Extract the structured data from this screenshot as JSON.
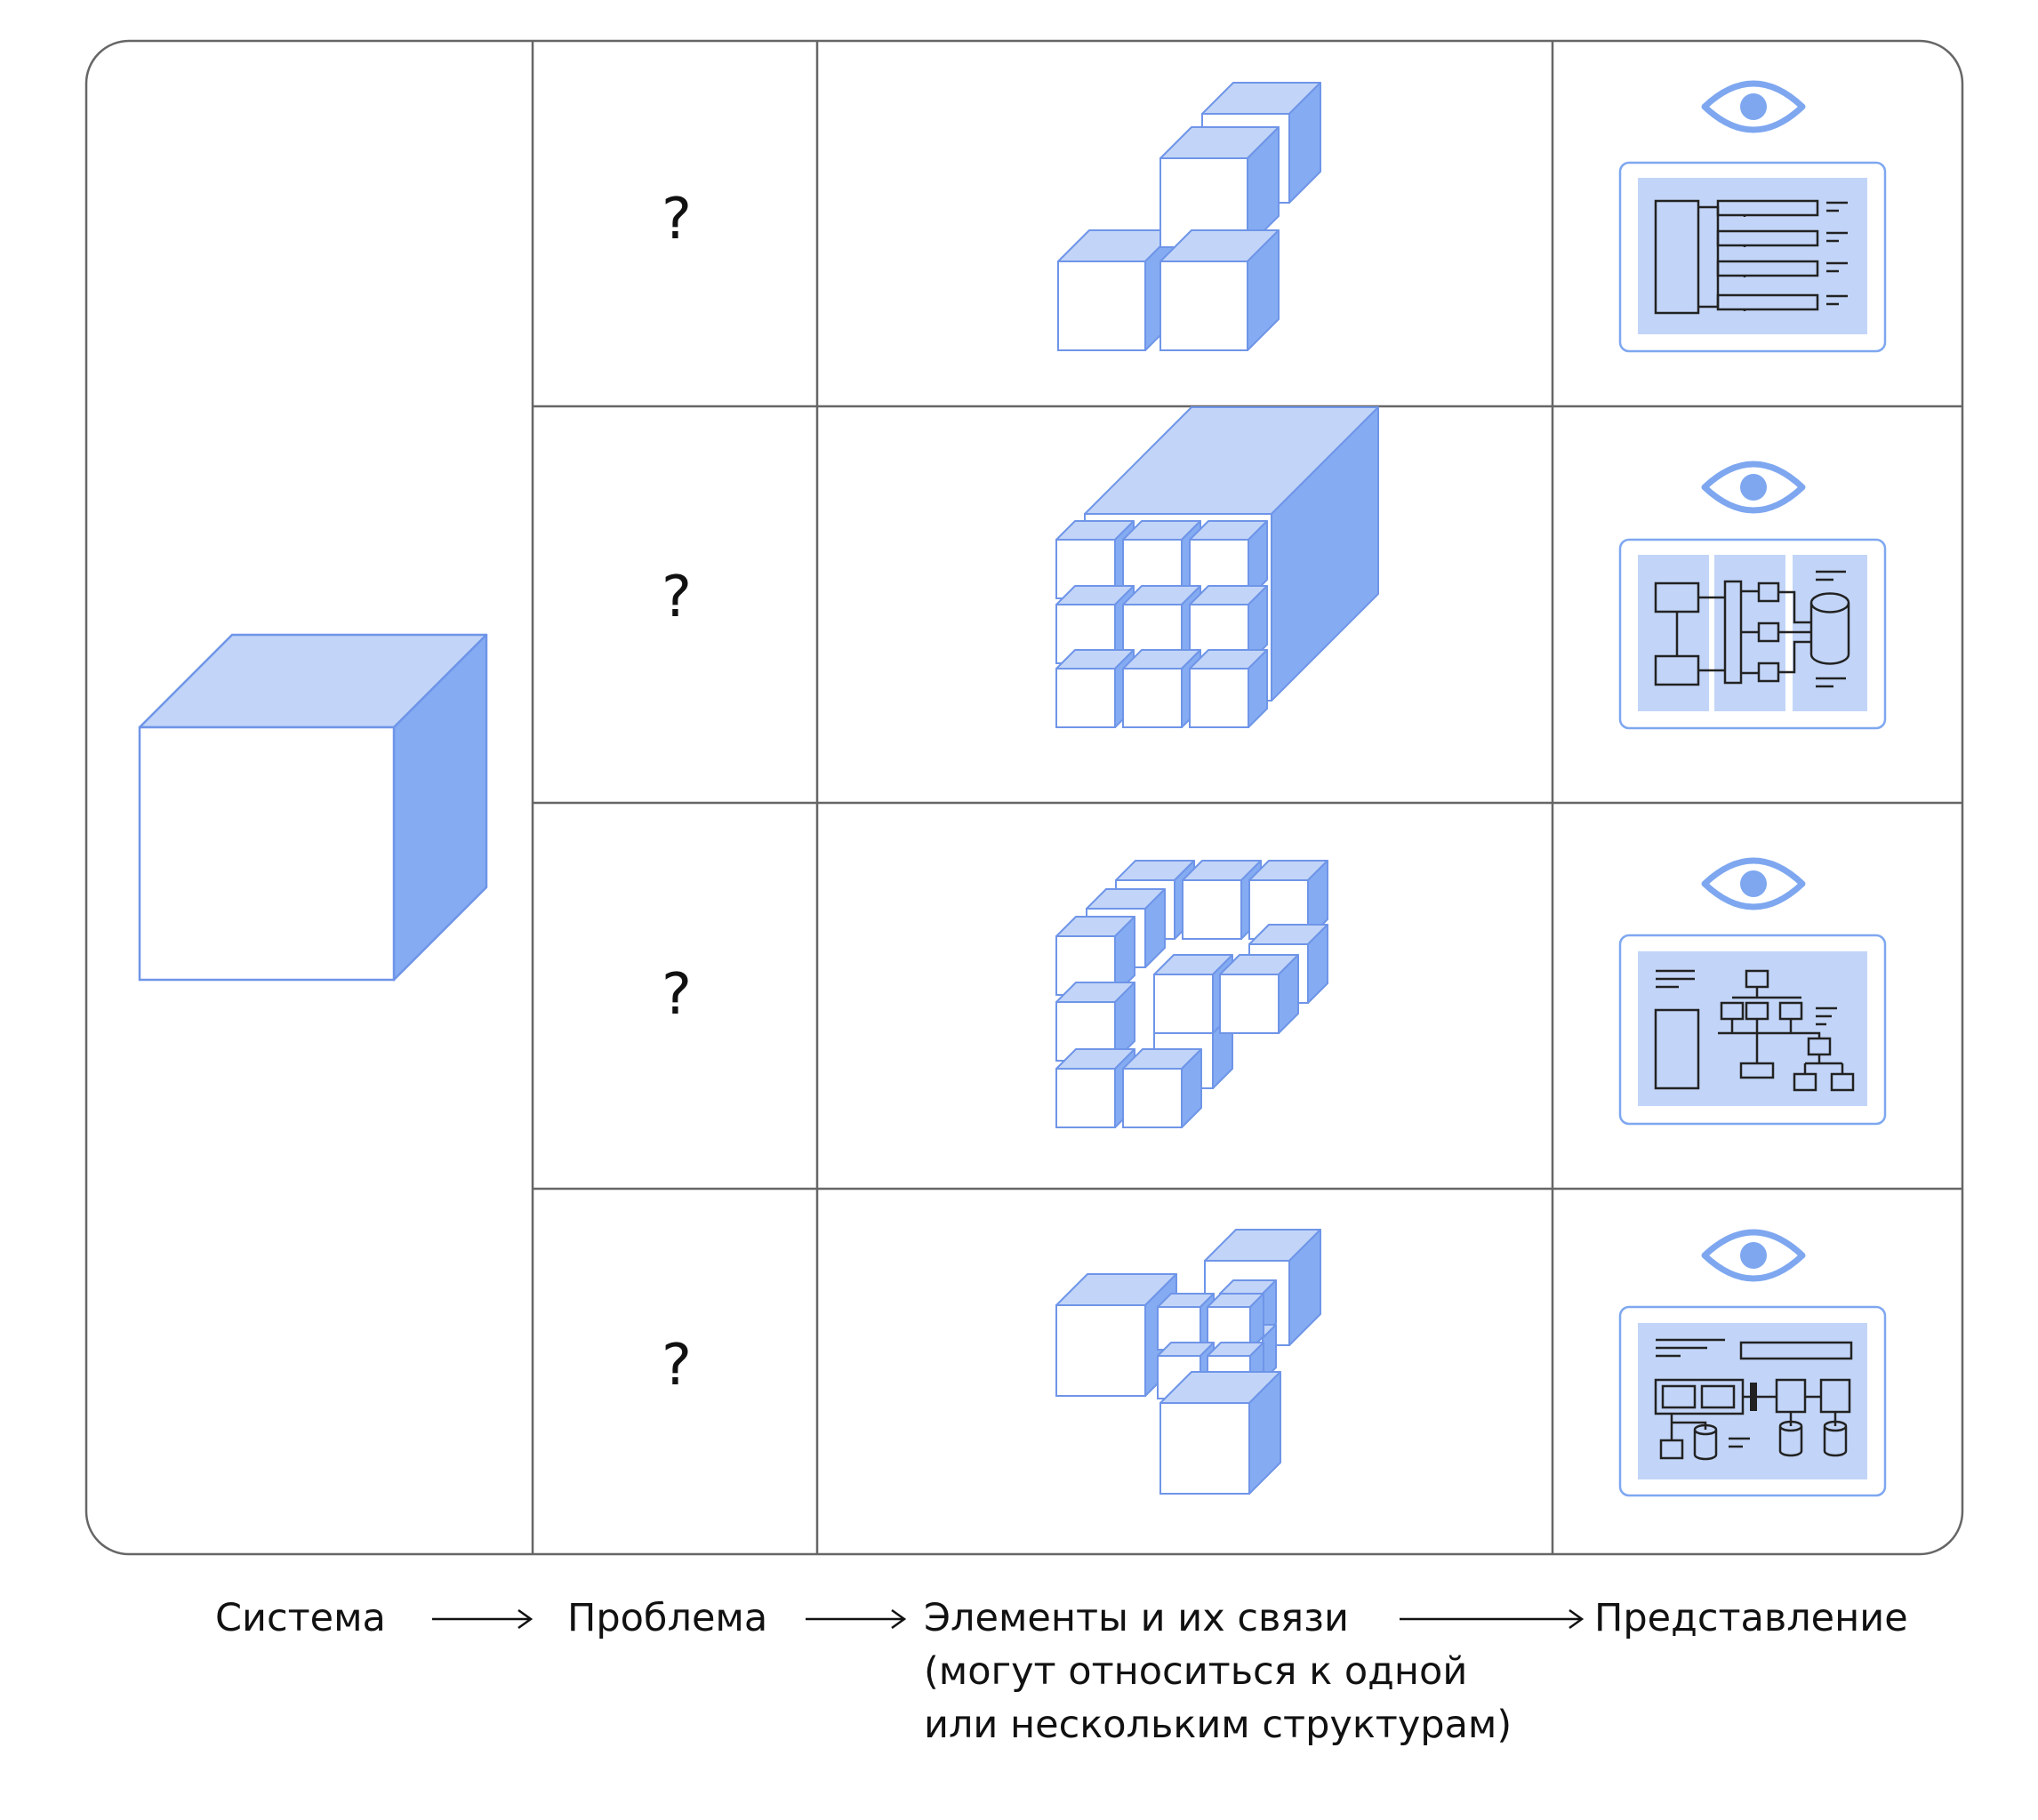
{
  "rows": [
    {
      "problem": "?"
    },
    {
      "problem": "?"
    },
    {
      "problem": "?"
    },
    {
      "problem": "?"
    }
  ],
  "captions": {
    "system": "Система",
    "problem": "Проблема",
    "elements_line1": "Элементы и их связи",
    "elements_line2": "(могут относиться к одной",
    "elements_line3": "или нескольким структурам)",
    "representation": "Представление"
  },
  "colors": {
    "cube_front": "#ffffff",
    "cube_top": "#c2d5f8",
    "cube_side": "#85acf2",
    "cube_stroke": "#6f95e8",
    "panel_fill": "#c2d5f8",
    "eye": "#7ea7f0",
    "grid_line": "#666666"
  }
}
